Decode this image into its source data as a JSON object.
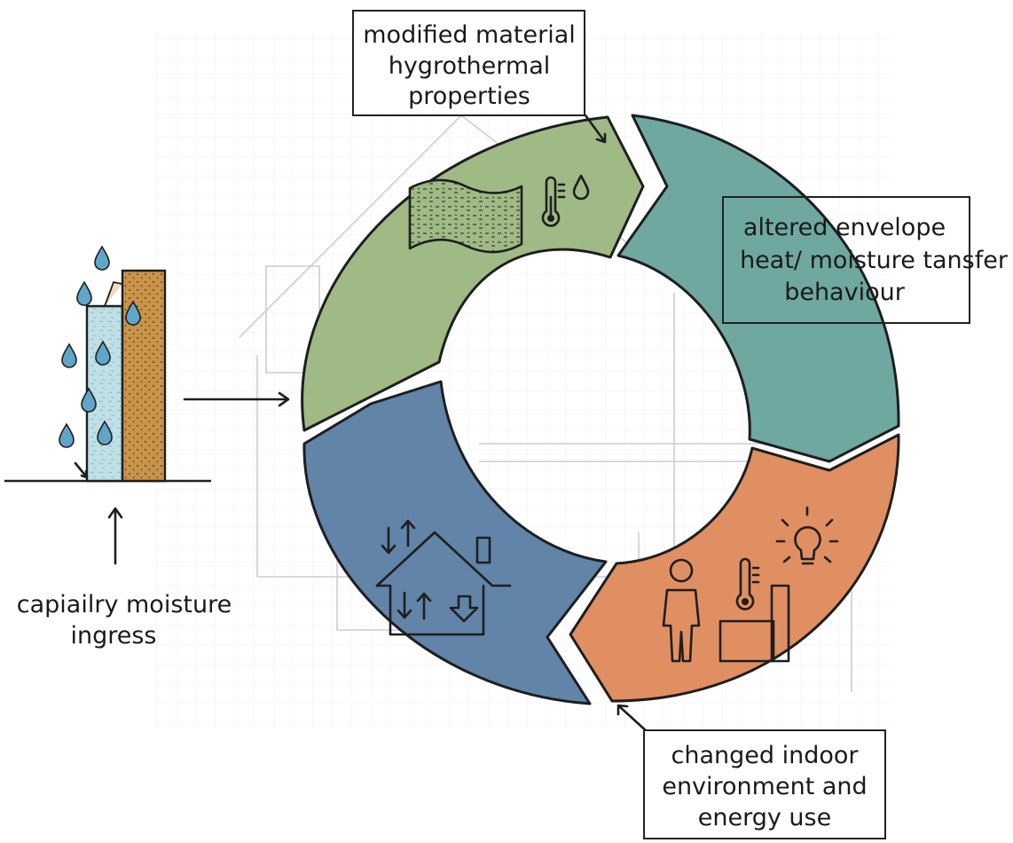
{
  "colors": {
    "green": "#9fba85",
    "teal": "#6ea8a1",
    "orange": "#e08f62",
    "blue": "#6184a8",
    "brick": "#bfe0e6",
    "insulation": "#c8934a",
    "droplet": "#5fa6c7",
    "line": "#222222"
  },
  "labels": {
    "material": [
      "modified material",
      "hygrothermal",
      "properties"
    ],
    "envelope": [
      "altered envelope",
      "heat/ moisture tansfer",
      "behaviour"
    ],
    "indoor": [
      "changed indoor",
      "environment and",
      "energy use"
    ],
    "ingress": [
      "capiailry moisture",
      "ingress"
    ]
  },
  "icons": {
    "material": [
      "soil-sample-icon",
      "thermometer-icon",
      "droplet-icon"
    ],
    "indoor": [
      "person-icon",
      "thermometer-icon",
      "lightbulb-icon",
      "heater-icon"
    ],
    "dwelling": [
      "house-icon",
      "airflow-arrows-icon"
    ],
    "wall": [
      "wall-section-icon",
      "raindrop-icon"
    ]
  }
}
